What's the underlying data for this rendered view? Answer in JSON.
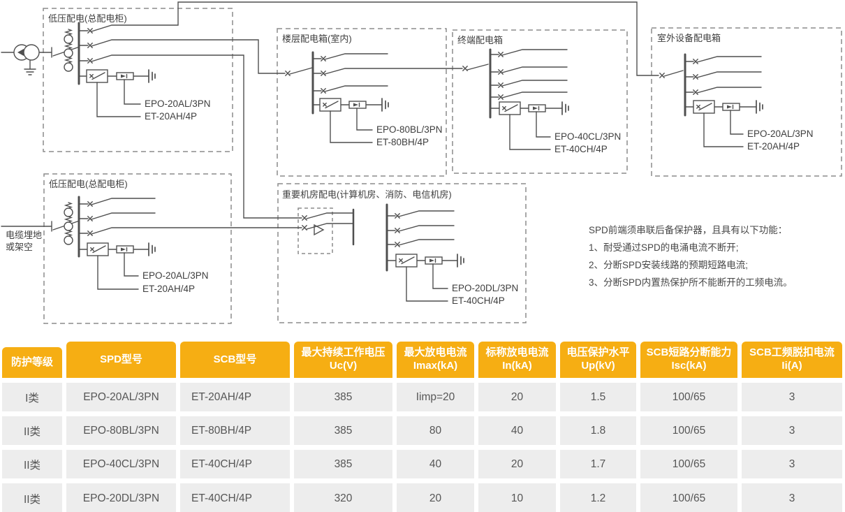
{
  "diagram": {
    "boxes": {
      "main_top": {
        "title": "低压配电(总配电柜)",
        "spd": "EPO-20AL/3PN",
        "scb": "ET-20AH/4P"
      },
      "floor": {
        "title": "楼层配电箱(室内)",
        "spd": "EPO-80BL/3PN",
        "scb": "ET-80BH/4P"
      },
      "terminal": {
        "title": "终端配电箱",
        "spd": "EPO-40CL/3PN",
        "scb": "ET-40CH/4P"
      },
      "outdoor": {
        "title": "室外设备配电箱",
        "spd": "EPO-20AL/3PN",
        "scb": "ET-20AH/4P"
      },
      "main_bottom": {
        "title": "低压配电(总配电柜)",
        "spd": "EPO-20AL/3PN",
        "scb": "ET-20AH/4P"
      },
      "server_room": {
        "title": "重要机房配电(计算机房、消防、电信机房)",
        "spd": "EPO-20DL/3PN",
        "scb": "ET-40CH/4P"
      }
    },
    "source_label": {
      "line1": "电缆埋地",
      "line2": "或架空"
    },
    "note": {
      "intro": "SPD前端须串联后备保护器，且具有以下功能：",
      "items": [
        "1、耐受通过SPD的电涌电流不断开;",
        "2、分断SPD安装线路的预期短路电流;",
        "3、分断SPD内置热保护所不能断开的工频电流。"
      ]
    }
  },
  "table": {
    "headers": [
      {
        "label": "防护等级",
        "sub": ""
      },
      {
        "label": "SPD型号",
        "sub": ""
      },
      {
        "label": "SCB型号",
        "sub": ""
      },
      {
        "label": "最大持续工作电压",
        "sub": "Uc(V)"
      },
      {
        "label": "最大放电电流",
        "sub": "Imax(kA)"
      },
      {
        "label": "标称放电电流",
        "sub": "In(kA)"
      },
      {
        "label": "电压保护水平",
        "sub": "Up(kV)"
      },
      {
        "label": "SCB短路分断能力",
        "sub": "Isc(kA)"
      },
      {
        "label": "SCB工频脱扣电流",
        "sub": "Ii(A)"
      }
    ],
    "rows": [
      [
        "I类",
        "EPO-20AL/3PN",
        "ET-20AH/4P",
        "385",
        "Iimp=20",
        "20",
        "1.5",
        "100/65",
        "3"
      ],
      [
        "II类",
        "EPO-80BL/3PN",
        "ET-80BH/4P",
        "385",
        "80",
        "40",
        "1.8",
        "100/65",
        "3"
      ],
      [
        "II类",
        "EPO-40CL/3PN",
        "ET-40CH/4P",
        "385",
        "40",
        "20",
        "1.7",
        "100/65",
        "3"
      ],
      [
        "II类",
        "EPO-20DL/3PN",
        "ET-40CH/4P",
        "320",
        "20",
        "10",
        "1.2",
        "100/65",
        "3"
      ]
    ]
  },
  "colors": {
    "header_bg": "#F6AE13",
    "row_bg": "#EDEDED",
    "line": "#4f4f4f"
  }
}
